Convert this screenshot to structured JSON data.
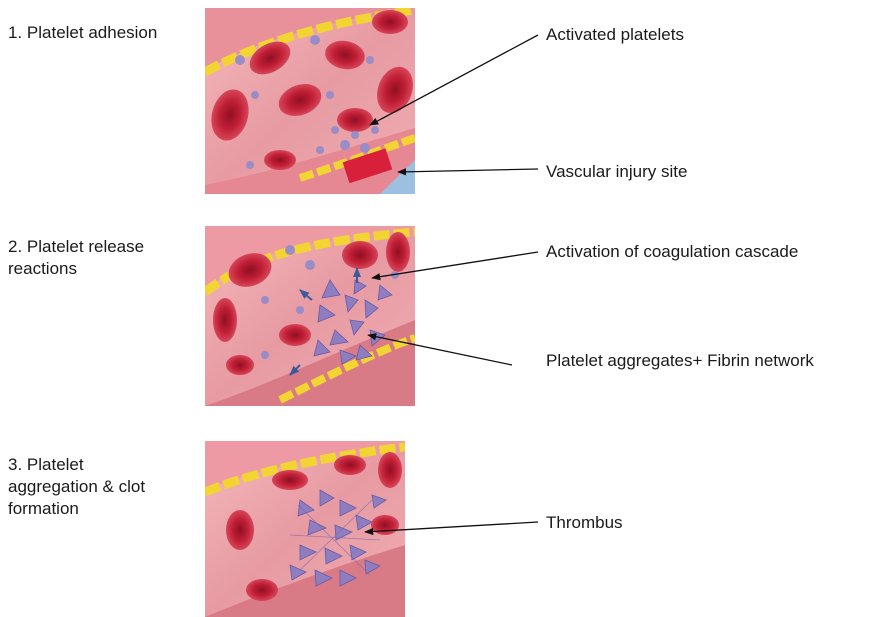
{
  "steps": [
    {
      "label": "1. Platelet adhesion"
    },
    {
      "label": "2. Platelet release\nreactions"
    },
    {
      "label": "3. Platelet\naggregation & clot\nformation"
    }
  ],
  "callouts": {
    "activated_platelets": "Activated platelets",
    "vascular_injury_site": "Vascular injury site",
    "coagulation_cascade": "Activation of coagulation cascade",
    "aggregates_fibrin": "Platelet aggregates+ Fibrin network",
    "thrombus": "Thrombus"
  },
  "colors": {
    "vessel_wall": "#e9a3aa",
    "plasma": "#f3c2c3",
    "red_cell": "#c01e35",
    "red_cell_dark": "#8f1023",
    "endothelial": "#f2d433",
    "platelet": "#9a8cc6",
    "platelet_dark": "#6c5aa6",
    "injury": "#d9203a",
    "leader_line": "#111111"
  }
}
